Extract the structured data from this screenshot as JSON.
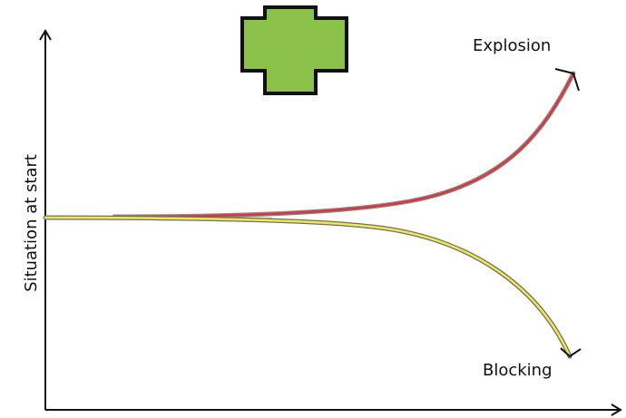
{
  "diagram": {
    "y_axis_label": "Situation at start",
    "branches": {
      "upper_label": "Explosion",
      "lower_label": "Blocking"
    },
    "colors": {
      "background": "#ffffff",
      "axes": "#111111",
      "upper_curve": "#d9363e",
      "upper_shadow": "#8c8c8c",
      "lower_curve": "#f2e84b",
      "lower_shadow": "#6f6f6f",
      "plus_fill": "#8bc34a",
      "plus_stroke": "#111111"
    },
    "icon": "plus-cross-icon"
  }
}
